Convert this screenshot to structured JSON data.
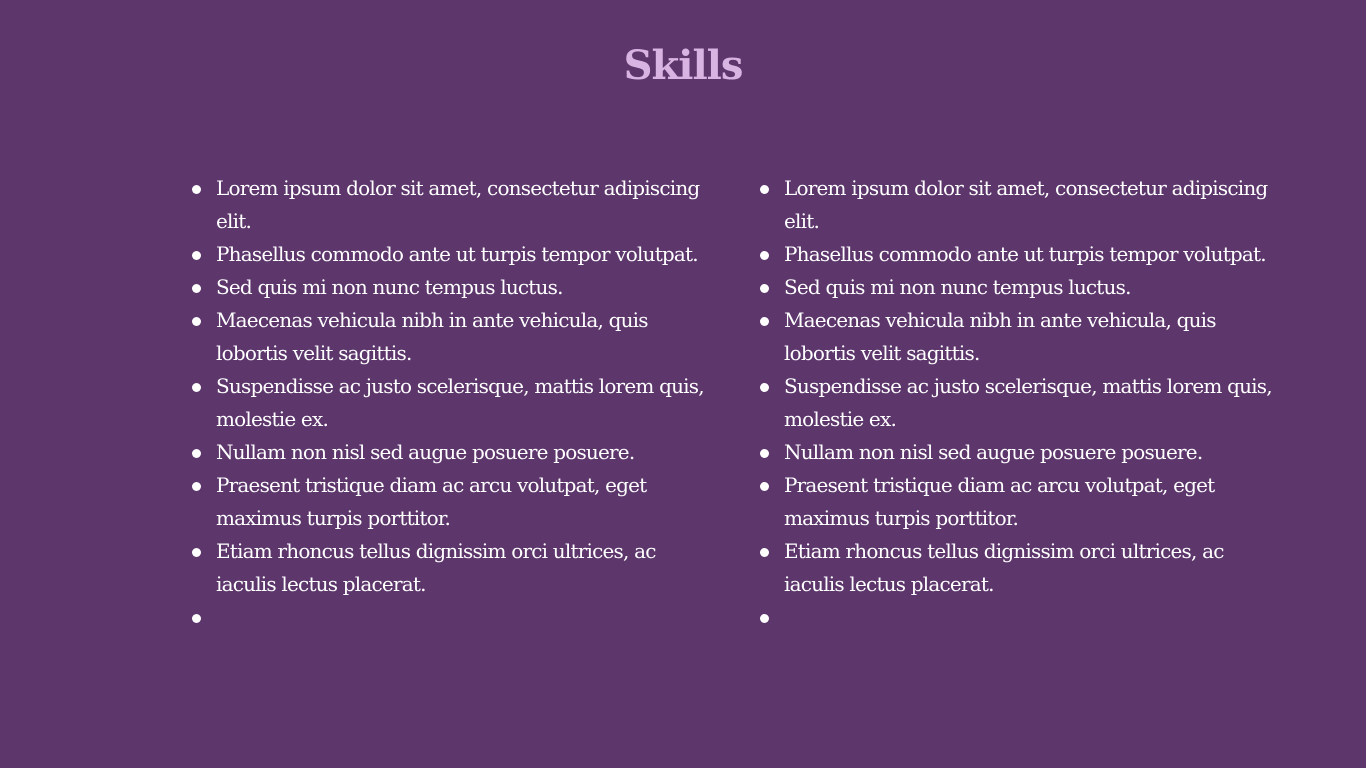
{
  "slide": {
    "title": "Skills",
    "background_color": "#5d366c",
    "title_color": "#d8b4e2"
  },
  "columns": [
    {
      "items": [
        "Lorem ipsum dolor sit amet, consectetur adipiscing elit.",
        "Phasellus commodo ante ut turpis tempor volutpat.",
        "Sed quis mi non nunc tempus luctus.",
        "Maecenas vehicula nibh in ante vehicula, quis lobortis velit sagittis.",
        "Suspendisse ac justo scelerisque, mattis lorem quis, molestie ex.",
        "Nullam non nisl sed augue posuere posuere.",
        "Praesent tristique diam ac arcu volutpat, eget maximus turpis porttitor.",
        "Etiam rhoncus tellus dignissim orci ultrices, ac iaculis lectus placerat.",
        ""
      ]
    },
    {
      "items": [
        "Lorem ipsum dolor sit amet, consectetur adipiscing elit.",
        "Phasellus commodo ante ut turpis tempor volutpat.",
        "Sed quis mi non nunc tempus luctus.",
        "Maecenas vehicula nibh in ante vehicula, quis lobortis velit sagittis.",
        "Suspendisse ac justo scelerisque, mattis lorem quis, molestie ex.",
        "Nullam non nisl sed augue posuere posuere.",
        "Praesent tristique diam ac arcu volutpat, eget maximus turpis porttitor.",
        "Etiam rhoncus tellus dignissim orci ultrices, ac iaculis lectus placerat.",
        ""
      ]
    }
  ]
}
